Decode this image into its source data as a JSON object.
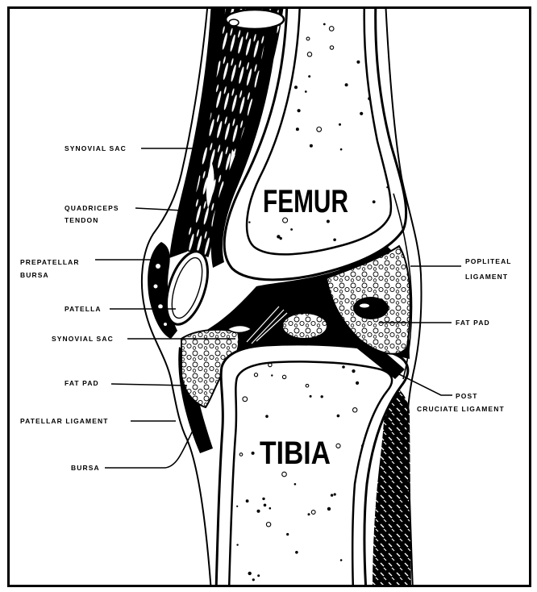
{
  "colors": {
    "ink": "#000000",
    "paper": "#ffffff"
  },
  "bones": {
    "femur": "FEMUR",
    "tibia": "TIBIA"
  },
  "labels": {
    "synovial_sac_upper": "SYNOVIAL SAC",
    "quadriceps_tendon": {
      "line1": "QUADRICEPS",
      "line2": "TENDON"
    },
    "prepatellar_bursa": {
      "line1": "PREPATELLAR",
      "line2": "BURSA"
    },
    "patella": "PATELLA",
    "synovial_sac_lower": "SYNOVIAL SAC",
    "fat_pad_anterior": "FAT PAD",
    "patellar_ligament": "PATELLAR LIGAMENT",
    "bursa": "BURSA",
    "popliteal_ligament": {
      "line1": "POPLITEAL",
      "line2": "LIGAMENT"
    },
    "fat_pad_posterior": "FAT PAD",
    "post_cruciate_ligament": {
      "line1": "POST",
      "line2": "CRUCIATE LIGAMENT"
    }
  }
}
